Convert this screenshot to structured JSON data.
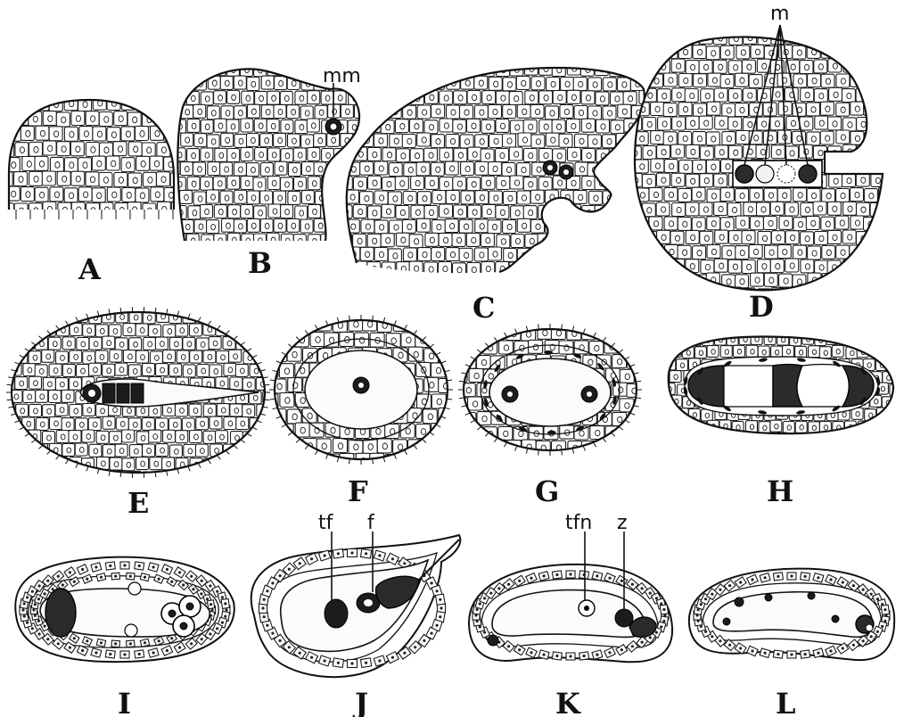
{
  "figure": {
    "panels": [
      {
        "id": "A",
        "label": "A"
      },
      {
        "id": "B",
        "label": "B"
      },
      {
        "id": "C",
        "label": "C"
      },
      {
        "id": "D",
        "label": "D"
      },
      {
        "id": "E",
        "label": "E"
      },
      {
        "id": "F",
        "label": "F"
      },
      {
        "id": "G",
        "label": "G"
      },
      {
        "id": "H",
        "label": "H"
      },
      {
        "id": "I",
        "label": "I"
      },
      {
        "id": "J",
        "label": "J"
      },
      {
        "id": "K",
        "label": "K"
      },
      {
        "id": "L",
        "label": "L"
      }
    ],
    "callouts": {
      "mm": "mm",
      "m": "m",
      "tf": "tf",
      "f": "f",
      "tfn": "tfn",
      "z": "z"
    }
  }
}
